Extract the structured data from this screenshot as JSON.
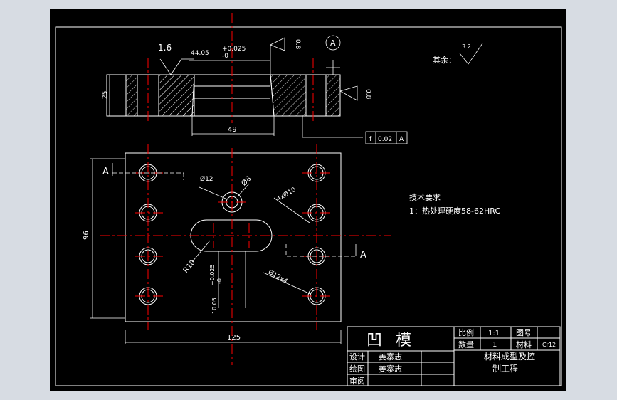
{
  "drawing": {
    "surface_finish_top": "1.6",
    "dim_width_top": "44.05",
    "tolerance_upper": "+0.025",
    "tolerance_lower": "-0",
    "finish_right_top": "0.8",
    "finish_right_mid": "0.8",
    "datum_label": "A",
    "dim_height": "25",
    "dim_bottom": "49",
    "gdt_symbol": "f",
    "gdt_value": "0.02",
    "gdt_datum": "A",
    "others_label": "其余：",
    "others_finish": "3.2",
    "section_left": "A",
    "section_right": "A",
    "dia_small": "Ø12",
    "dia_center": "Ø8",
    "holes_top": "4xØ10",
    "radius": "R10",
    "dim_tol_slot": "+0.025",
    "dim_tol_slot2": "-0",
    "dim_slot_width": "10.05",
    "holes_bottom": "Ø12x4",
    "dim_total_height": "96",
    "dim_total_width": "125",
    "tech_title": "技术要求",
    "tech_item": "1：热处理硬度58-62HRC"
  },
  "titleblock": {
    "part_name": "凹  模",
    "scale_label": "比例",
    "scale_value": "1:1",
    "drawing_no_label": "图号",
    "quantity_label": "数量",
    "quantity_value": "1",
    "material_label": "材料",
    "material_value": "Cr12",
    "design_label": "设计",
    "design_name": "姜寨志",
    "draw_label": "绘图",
    "draw_name": "姜寨志",
    "review_label": "审阅",
    "org_line1": "材料成型及控",
    "org_line2": "制工程"
  },
  "colors": {
    "background": "#000000",
    "lines": "#ffffff",
    "center_lines": "#ff0000",
    "outer_frame": "#d7dce3"
  }
}
